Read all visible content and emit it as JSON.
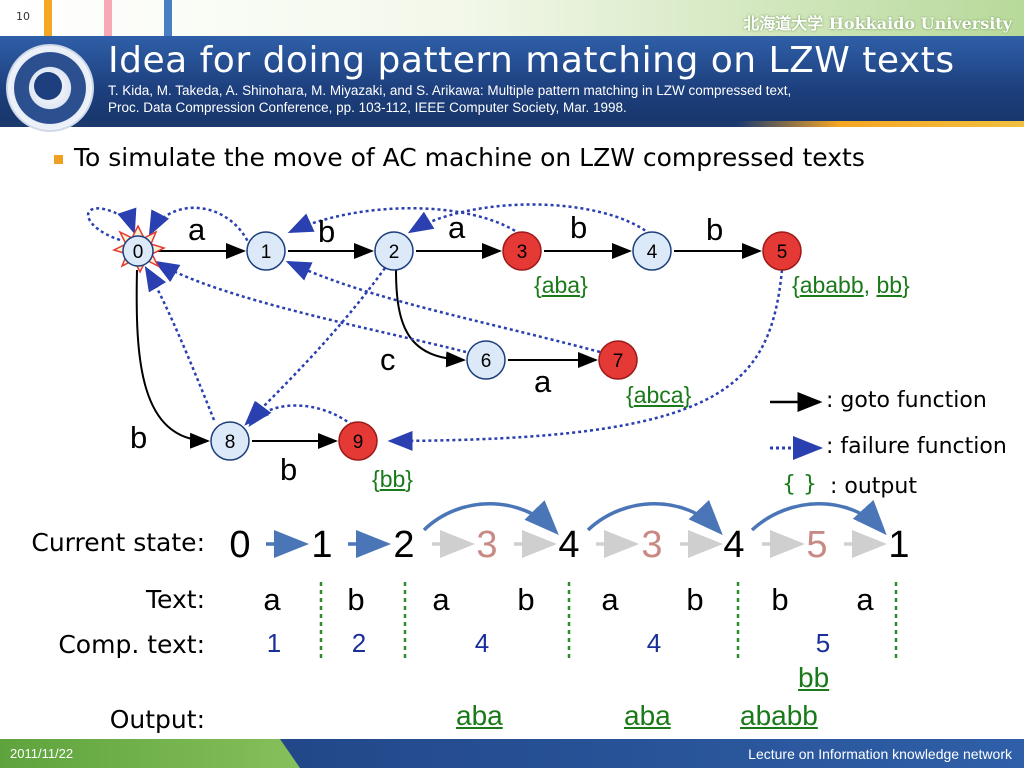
{
  "header": {
    "slide_number": "10",
    "university": "北海道大学 Hokkaido University",
    "title": "Idea for doing pattern matching on LZW texts",
    "reference_line1": "T. Kida, M. Takeda, A. Shinohara, M. Miyazaki, and S. Arikawa: Multiple pattern matching in LZW compressed text,",
    "reference_line2": "Proc. Data Compression Conference, pp. 103-112, IEEE Computer Society, Mar. 1998."
  },
  "bullet": "To simulate the move of AC machine on LZW compressed texts",
  "automaton": {
    "states": [
      "0",
      "1",
      "2",
      "3",
      "4",
      "5",
      "6",
      "7",
      "8",
      "9"
    ],
    "edge_labels": {
      "e01": "a",
      "e12": "b",
      "e23": "a",
      "e34": "b",
      "e45": "b",
      "e26": "c",
      "e67": "a",
      "e08": "b",
      "e89": "b"
    },
    "outputs": {
      "s3": "aba",
      "s5a": "ababb",
      "s5b": "bb",
      "s7": "abca",
      "s9": "bb"
    }
  },
  "legend": {
    "goto": ": goto function",
    "failure": ": failure function",
    "output_symbol": "{ }",
    "output": ": output"
  },
  "table": {
    "label_state": "Current state",
    "label_text": "Text",
    "label_comp": "Comp. text",
    "label_output": "Output",
    "colon": ":",
    "states": [
      "0",
      "1",
      "2",
      "3",
      "4",
      "3",
      "4",
      "5",
      "1"
    ],
    "text_chars": [
      "a",
      "b",
      "a",
      "b",
      "a",
      "b",
      "b",
      "a"
    ],
    "comp_values": [
      "1",
      "2",
      "4",
      "4",
      "5"
    ],
    "outputs": {
      "o1": "aba",
      "o2": "aba",
      "o3": "ababb",
      "o3b": "bb"
    }
  },
  "footer": {
    "date": "2011/11/22",
    "course": "Lecture on Information knowledge network"
  },
  "colors": {
    "title_blue": "#1d3f7d",
    "accent_green": "#6ab04c",
    "accent_orange": "#f5a623",
    "final_state_red": "#e53935",
    "failure_blue": "#2a3fb0",
    "output_green": "#1a7a1a"
  }
}
